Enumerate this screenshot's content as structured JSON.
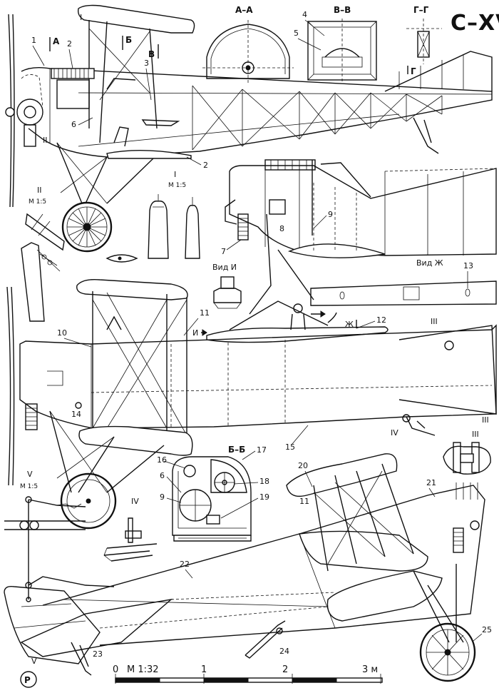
{
  "title": "С–XVI",
  "sections": {
    "aa": "А–А",
    "vv": "В–В",
    "gg": "Г–Г",
    "g": "Г",
    "bb": "Б–Б",
    "a_mark": "А",
    "b_mark": "Б",
    "v_mark": "В"
  },
  "views": {
    "vid_i": "Вид И",
    "vid_zh": "Вид Ж",
    "arrow_i": "И",
    "arrow_zh": "Ж"
  },
  "details": {
    "d1": "I",
    "d2": "II",
    "d3": "III",
    "d4": "IV",
    "d5": "V",
    "m15": "М 1:5"
  },
  "callouts": [
    "1",
    "2",
    "3",
    "4",
    "5",
    "6",
    "7",
    "8",
    "9",
    "10",
    "11",
    "12",
    "13",
    "14",
    "15",
    "16",
    "17",
    "18",
    "19",
    "20",
    "21",
    "22",
    "23",
    "24",
    "25"
  ],
  "scale_bar": {
    "label": "М 1:32",
    "ticks": [
      "0",
      "1",
      "2",
      "3 м"
    ]
  },
  "logo": "Р"
}
